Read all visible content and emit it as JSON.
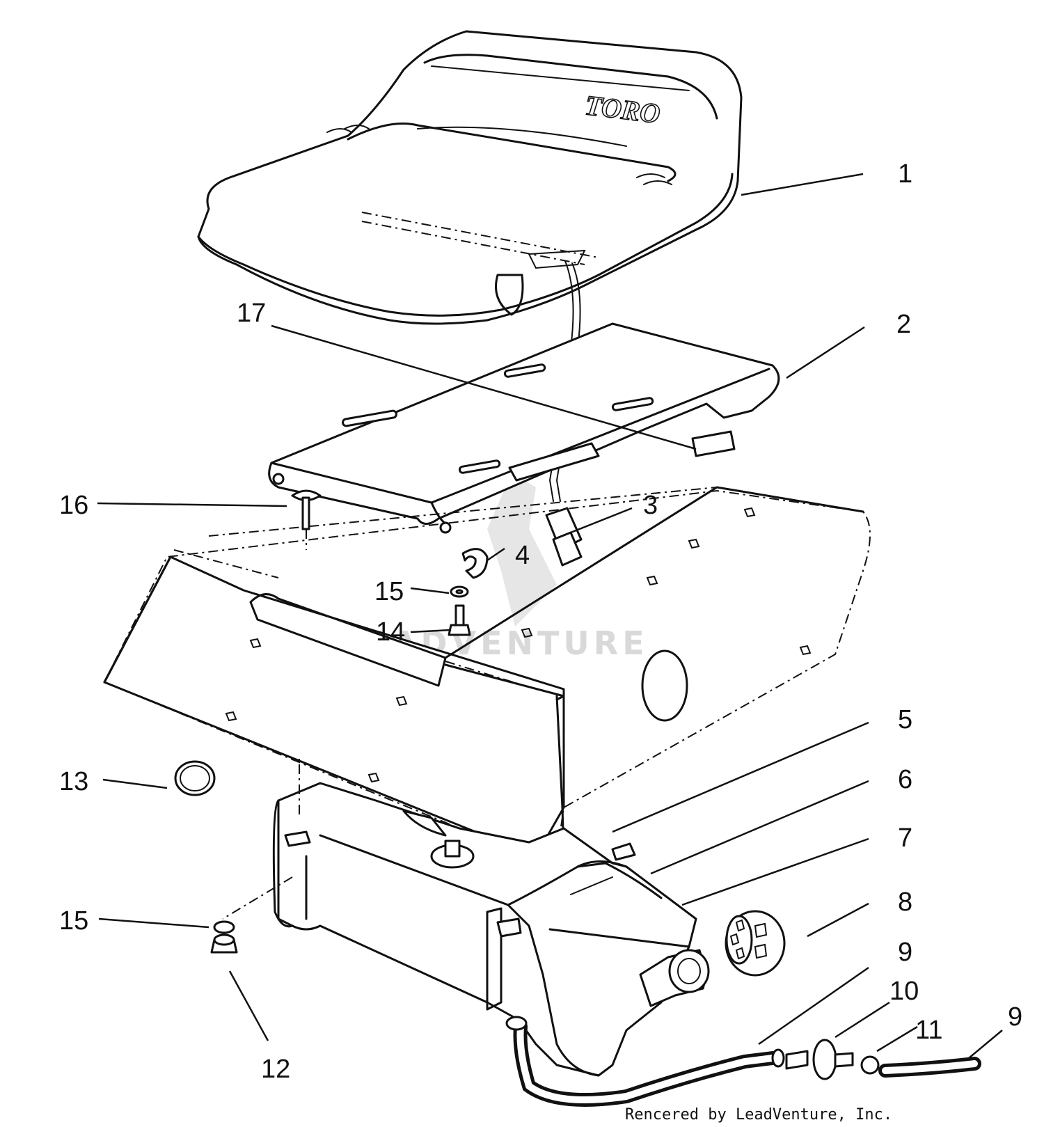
{
  "brand_logo": "TORO",
  "watermark": "LEADVENTURE",
  "credit": "Rencered by LeadVenture, Inc.",
  "callouts": [
    {
      "id": "c1",
      "label": "1"
    },
    {
      "id": "c2",
      "label": "2"
    },
    {
      "id": "c3",
      "label": "3"
    },
    {
      "id": "c4",
      "label": "4"
    },
    {
      "id": "c5",
      "label": "5"
    },
    {
      "id": "c6",
      "label": "6"
    },
    {
      "id": "c7",
      "label": "7"
    },
    {
      "id": "c8",
      "label": "8"
    },
    {
      "id": "c9a",
      "label": "9"
    },
    {
      "id": "c9b",
      "label": "9"
    },
    {
      "id": "c10",
      "label": "10"
    },
    {
      "id": "c11",
      "label": "11"
    },
    {
      "id": "c12",
      "label": "12"
    },
    {
      "id": "c13",
      "label": "13"
    },
    {
      "id": "c14",
      "label": "14"
    },
    {
      "id": "c15a",
      "label": "15"
    },
    {
      "id": "c15b",
      "label": "15"
    },
    {
      "id": "c16",
      "label": "16"
    },
    {
      "id": "c17",
      "label": "17"
    }
  ]
}
